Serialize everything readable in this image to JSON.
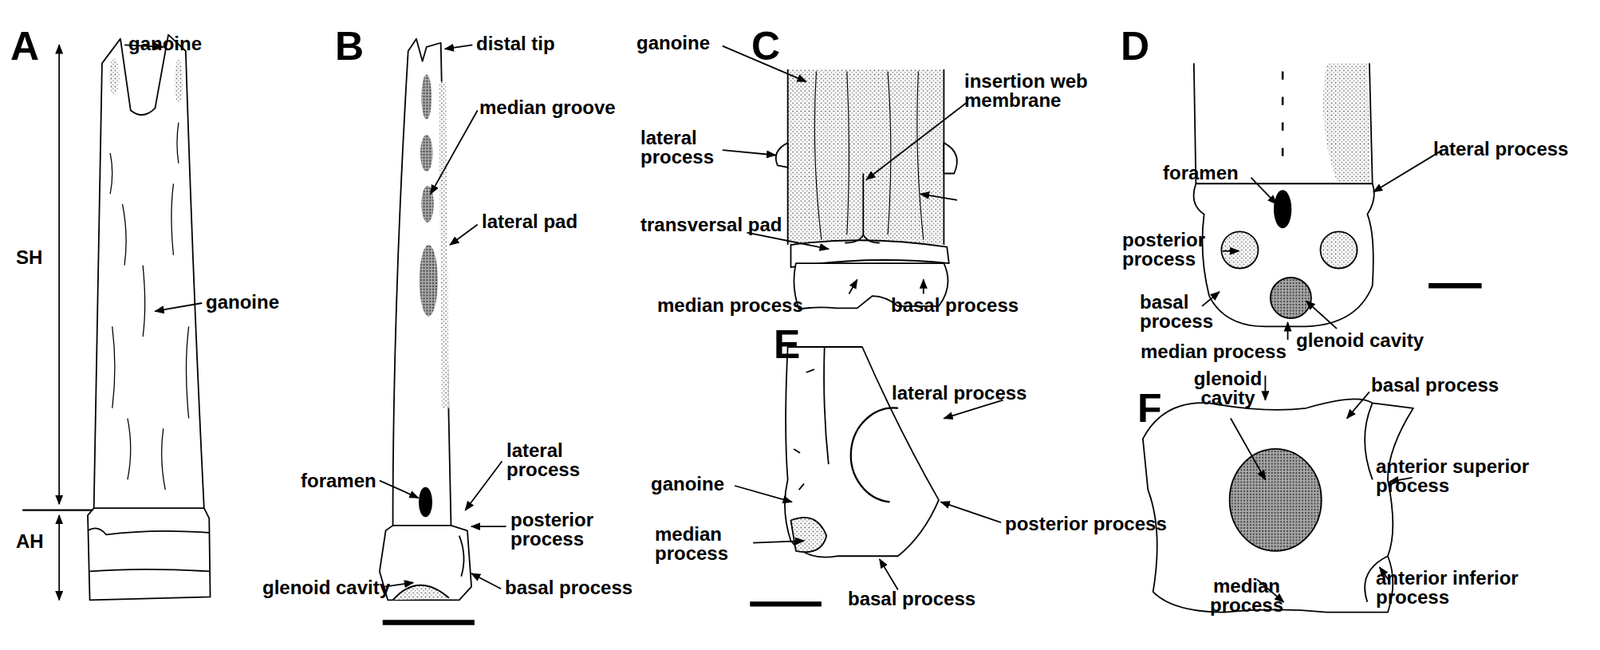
{
  "diagram": {
    "labels": [
      "A",
      "ganoine",
      "SH",
      "ganoine",
      "AH",
      "B",
      "distal tip",
      "median groove",
      "lateral pad",
      "foramen",
      "lateral process",
      "posterior process",
      "glenoid cavity",
      "basal process",
      "C",
      "ganoine",
      "insertion web membrane",
      "lateral process",
      "transversal pad",
      "median process",
      "basal process",
      "D",
      "foramen",
      "lateral process",
      "posterior process",
      "basal process",
      "glenoid cavity",
      "median process",
      "E",
      "lateral process",
      "ganoine",
      "posterior process",
      "median process",
      "basal process",
      "F",
      "glenoid cavity",
      "basal process",
      "anterior superior process",
      "median process",
      "anterior inferior process"
    ]
  }
}
